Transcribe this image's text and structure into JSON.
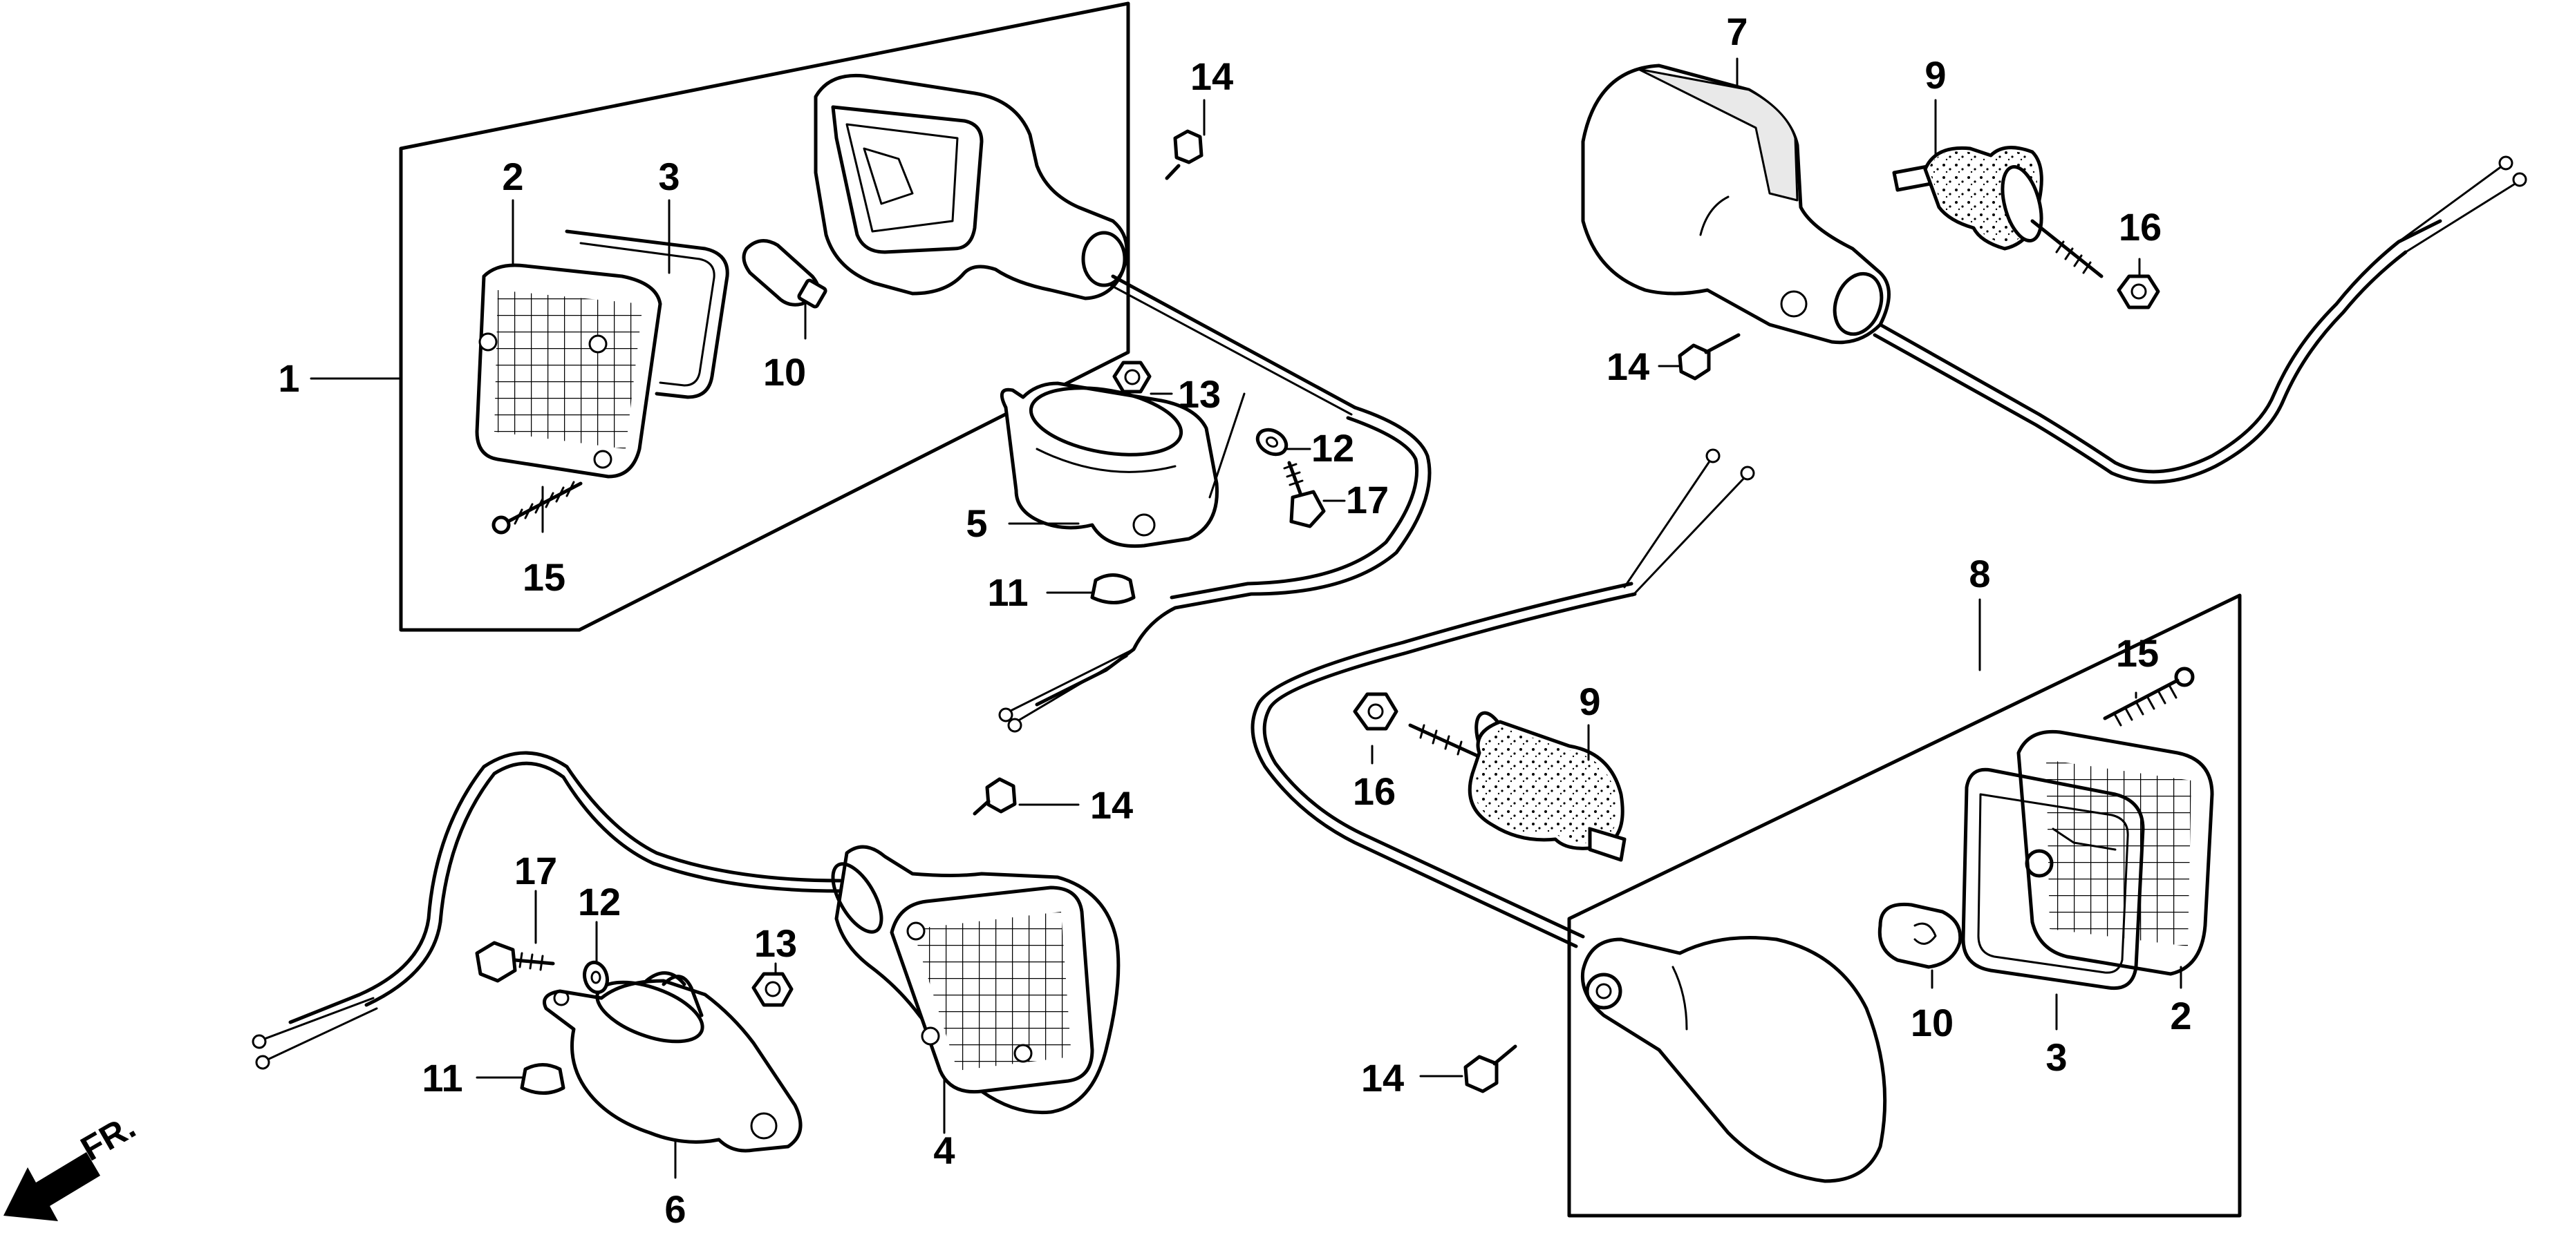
{
  "front_marker": "FR.",
  "colors": {
    "ink": "#000000",
    "paper": "#ffffff",
    "shade": "#e9e9e9"
  },
  "callouts": {
    "a1": "1",
    "a2": "2",
    "a3": "3",
    "a10": "10",
    "a15": "15",
    "a14": "14",
    "a13": "13",
    "a12": "12",
    "a17": "17",
    "a5": "5",
    "a11": "11",
    "a14b": "14",
    "b17": "17",
    "b12": "12",
    "b13": "13",
    "b11": "11",
    "b4": "4",
    "b6": "6",
    "c7": "7",
    "c9": "9",
    "c16": "16",
    "c14": "14",
    "d8": "8",
    "d9": "9",
    "d16": "16",
    "d15": "15",
    "d10": "10",
    "d3": "3",
    "d2": "2",
    "d14": "14"
  }
}
